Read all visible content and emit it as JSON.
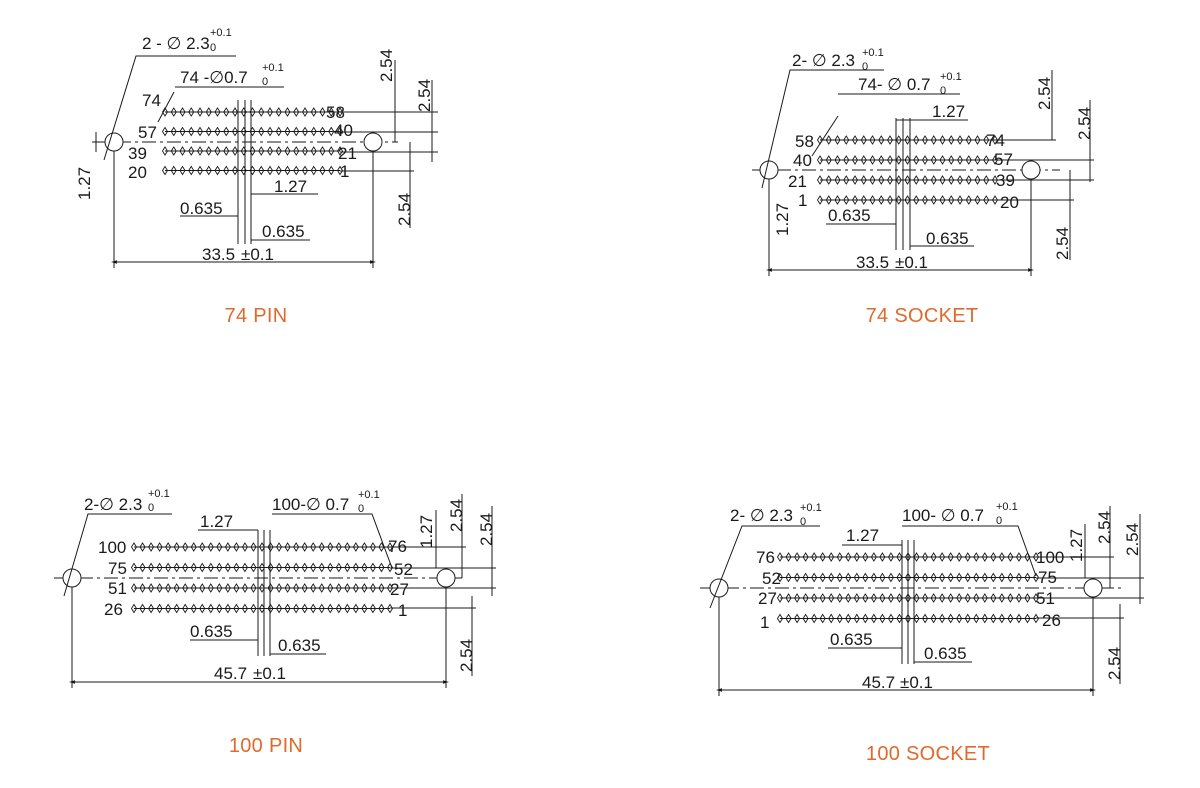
{
  "panels": [
    {
      "id": "p74pin",
      "caption": "74 PIN",
      "hole_label": "2 - ∅ 2.3",
      "contact_label": "74 -∅0.7",
      "tol_upper": "+0.1",
      "tol_lower": "0",
      "overall": "33.5",
      "overall_tol": "±0.1",
      "pitch": "1.27",
      "half_pitch_a": "0.635",
      "half_pitch_b": "0.635",
      "left_offset": "1.27",
      "row_spacing_a": "2.54",
      "row_spacing_b": "2.54",
      "row_spacing_c": "2.54",
      "rows": [
        {
          "left": "",
          "right": "58",
          "tag": "74"
        },
        {
          "left": "57",
          "right": "40"
        },
        {
          "left": "39",
          "right": "21"
        },
        {
          "left": "20",
          "right": "1"
        }
      ]
    },
    {
      "id": "p74socket",
      "caption": "74 SOCKET",
      "hole_label": "2- ∅ 2.3",
      "contact_label": "74- ∅ 0.7",
      "tol_upper": "+0.1",
      "tol_lower": "0",
      "overall": "33.5",
      "overall_tol": "±0.1",
      "pitch": "1.27",
      "half_pitch_a": "0.635",
      "half_pitch_b": "0.635",
      "left_offset": "1.27",
      "row_spacing_a": "2.54",
      "row_spacing_b": "2.54",
      "row_spacing_c": "2.54",
      "rows": [
        {
          "left": "58",
          "right": "74"
        },
        {
          "left": "40",
          "right": "57"
        },
        {
          "left": "21",
          "right": "39"
        },
        {
          "left": "1",
          "right": "20"
        }
      ]
    },
    {
      "id": "p100pin",
      "caption": "100 PIN",
      "hole_label": "2-∅ 2.3",
      "contact_label": "100-∅ 0.7",
      "tol_upper": "+0.1",
      "tol_lower": "0",
      "overall": "45.7",
      "overall_tol": "±0.1",
      "pitch": "1.27",
      "half_pitch_a": "0.635",
      "half_pitch_b": "0.635",
      "left_offset": "1.27",
      "row_spacing_a": "2.54",
      "row_spacing_b": "2.54",
      "row_spacing_c": "2.54",
      "rows": [
        {
          "left": "100",
          "right": "76"
        },
        {
          "left": "75",
          "right": "52"
        },
        {
          "left": "51",
          "right": "27"
        },
        {
          "left": "26",
          "right": "1"
        }
      ]
    },
    {
      "id": "p100socket",
      "caption": "100 SOCKET",
      "hole_label": "2- ∅ 2.3",
      "contact_label": "100- ∅ 0.7",
      "tol_upper": "+0.1",
      "tol_lower": "0",
      "overall": "45.7",
      "overall_tol": "±0.1",
      "pitch": "1.27",
      "half_pitch_a": "0.635",
      "half_pitch_b": "0.635",
      "left_offset": "1.27",
      "row_spacing_a": "2.54",
      "row_spacing_b": "2.54",
      "row_spacing_c": "2.54",
      "rows": [
        {
          "left": "76",
          "right": "100"
        },
        {
          "left": "52",
          "right": "75"
        },
        {
          "left": "27",
          "right": "51"
        },
        {
          "left": "1",
          "right": "26"
        }
      ]
    }
  ],
  "colors": {
    "caption": "#e06a2c",
    "lines": "#1a1a1a"
  }
}
